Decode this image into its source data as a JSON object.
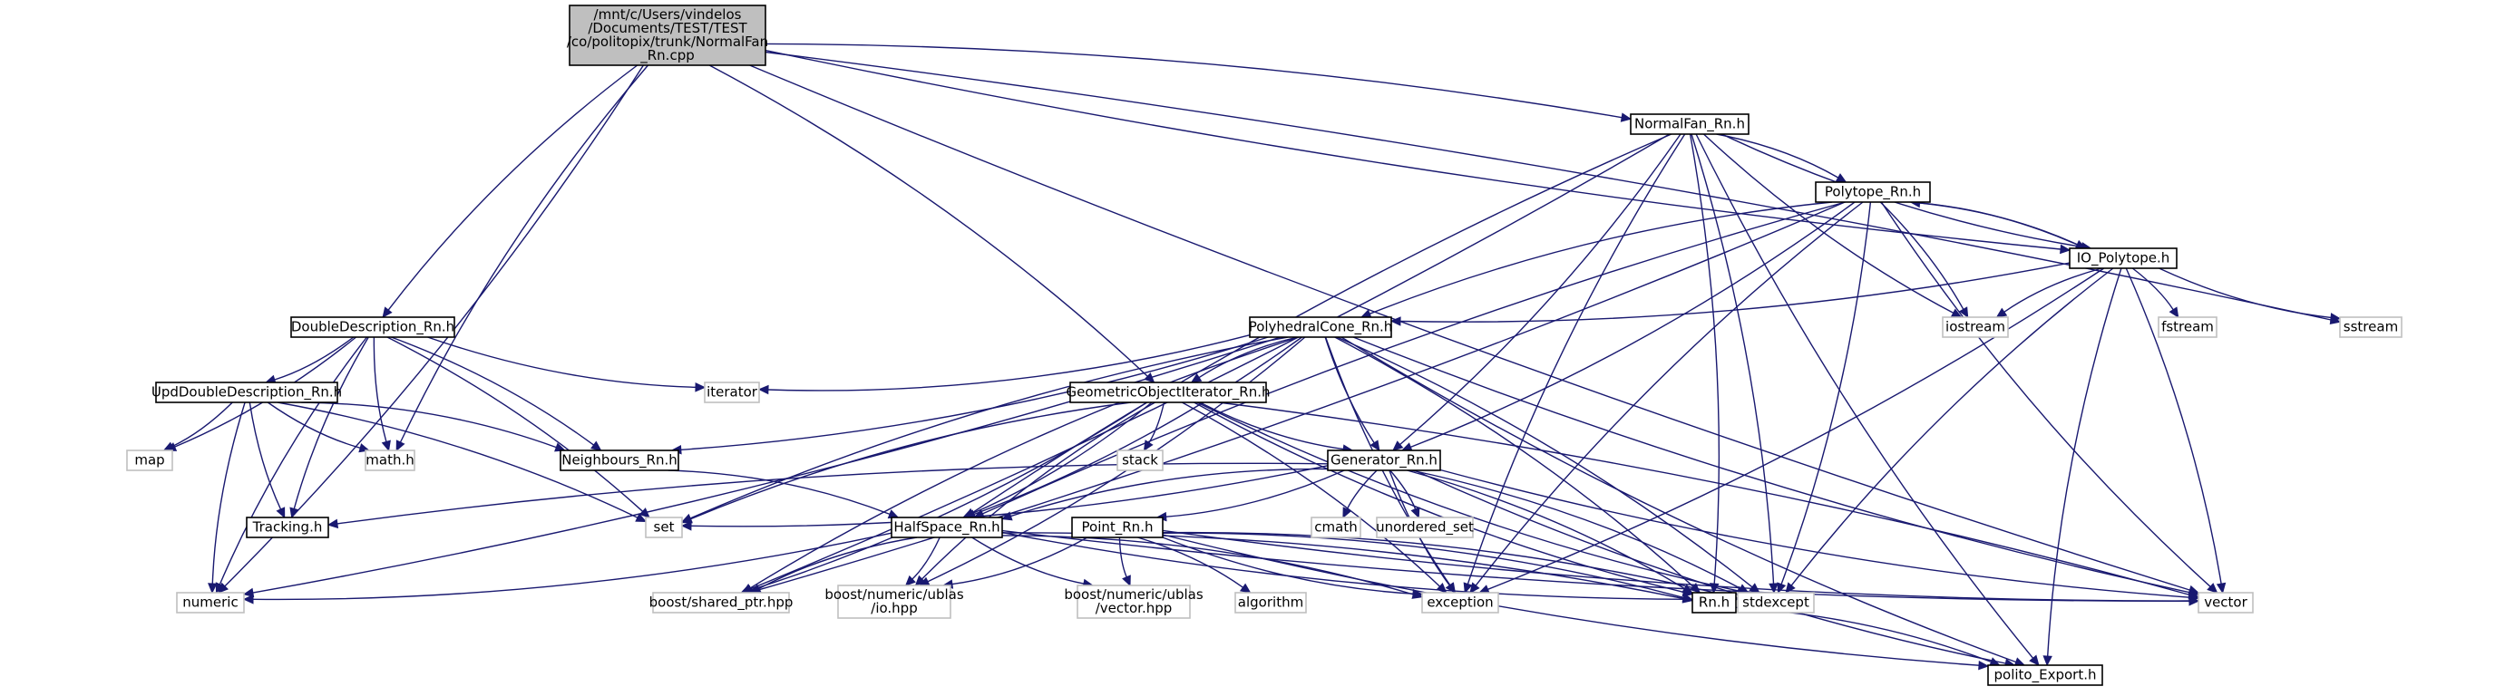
{
  "graph": {
    "colors": {
      "edge": "#191970",
      "source_fill": "#bfbfbf",
      "local_border": "#000000",
      "system_border": "#bfbfbf"
    },
    "nodes": [
      {
        "id": "src",
        "kind": "source",
        "lines": [
          "/mnt/c/Users/vindelos",
          "/Documents/TEST/TEST",
          "/co/politopix/trunk/NormalFan",
          "_Rn.cpp"
        ]
      },
      {
        "id": "normalfan",
        "kind": "local",
        "lines": [
          "NormalFan_Rn.h"
        ]
      },
      {
        "id": "polytope",
        "kind": "local",
        "lines": [
          "Polytope_Rn.h"
        ]
      },
      {
        "id": "iopolytope",
        "kind": "local",
        "lines": [
          "IO_Polytope.h"
        ]
      },
      {
        "id": "polycone",
        "kind": "local",
        "lines": [
          "PolyhedralCone_Rn.h"
        ]
      },
      {
        "id": "doubledesc",
        "kind": "local",
        "lines": [
          "DoubleDescription_Rn.h"
        ]
      },
      {
        "id": "upddouble",
        "kind": "local",
        "lines": [
          "UpdDoubleDescription_Rn.h"
        ]
      },
      {
        "id": "geomiter",
        "kind": "local",
        "lines": [
          "GeometricObjectIterator_Rn.h"
        ]
      },
      {
        "id": "neighbours",
        "kind": "local",
        "lines": [
          "Neighbours_Rn.h"
        ]
      },
      {
        "id": "generator",
        "kind": "local",
        "lines": [
          "Generator_Rn.h"
        ]
      },
      {
        "id": "halfspace",
        "kind": "local",
        "lines": [
          "HalfSpace_Rn.h"
        ]
      },
      {
        "id": "point",
        "kind": "local",
        "lines": [
          "Point_Rn.h"
        ]
      },
      {
        "id": "tracking",
        "kind": "local",
        "lines": [
          "Tracking.h"
        ]
      },
      {
        "id": "rn",
        "kind": "local",
        "lines": [
          "Rn.h"
        ]
      },
      {
        "id": "politoexport",
        "kind": "local",
        "lines": [
          "polito_Export.h"
        ]
      },
      {
        "id": "iterator",
        "kind": "system",
        "lines": [
          "iterator"
        ]
      },
      {
        "id": "map",
        "kind": "system",
        "lines": [
          "map"
        ]
      },
      {
        "id": "mathh",
        "kind": "system",
        "lines": [
          "math.h"
        ]
      },
      {
        "id": "set",
        "kind": "system",
        "lines": [
          "set"
        ]
      },
      {
        "id": "numeric",
        "kind": "system",
        "lines": [
          "numeric"
        ]
      },
      {
        "id": "sharedptr",
        "kind": "system",
        "lines": [
          "boost/shared_ptr.hpp"
        ]
      },
      {
        "id": "ublasio",
        "kind": "system",
        "lines": [
          "boost/numeric/ublas",
          "/io.hpp"
        ]
      },
      {
        "id": "ublasvector",
        "kind": "system",
        "lines": [
          "boost/numeric/ublas",
          "/vector.hpp"
        ]
      },
      {
        "id": "algorithm",
        "kind": "system",
        "lines": [
          "algorithm"
        ]
      },
      {
        "id": "exception",
        "kind": "system",
        "lines": [
          "exception"
        ]
      },
      {
        "id": "stdexcept",
        "kind": "system",
        "lines": [
          "stdexcept"
        ]
      },
      {
        "id": "vector",
        "kind": "system",
        "lines": [
          "vector"
        ]
      },
      {
        "id": "stack",
        "kind": "system",
        "lines": [
          "stack"
        ]
      },
      {
        "id": "cmath",
        "kind": "system",
        "lines": [
          "cmath"
        ]
      },
      {
        "id": "unorderedset",
        "kind": "system",
        "lines": [
          "unordered_set"
        ]
      },
      {
        "id": "iostream",
        "kind": "system",
        "lines": [
          "iostream"
        ]
      },
      {
        "id": "fstream",
        "kind": "system",
        "lines": [
          "fstream"
        ]
      },
      {
        "id": "sstream",
        "kind": "system",
        "lines": [
          "sstream"
        ]
      }
    ],
    "edges": [
      [
        "src",
        "normalfan"
      ],
      [
        "src",
        "doubledesc"
      ],
      [
        "src",
        "geomiter"
      ],
      [
        "src",
        "mathh"
      ],
      [
        "src",
        "numeric"
      ],
      [
        "src",
        "iopolytope"
      ],
      [
        "src",
        "sstream"
      ],
      [
        "src",
        "vector"
      ],
      [
        "normalfan",
        "polytope"
      ],
      [
        "normalfan",
        "iopolytope"
      ],
      [
        "normalfan",
        "generator"
      ],
      [
        "normalfan",
        "halfspace"
      ],
      [
        "normalfan",
        "sharedptr"
      ],
      [
        "normalfan",
        "exception"
      ],
      [
        "normalfan",
        "rn"
      ],
      [
        "normalfan",
        "iostream"
      ],
      [
        "normalfan",
        "stdexcept"
      ],
      [
        "normalfan",
        "politoexport"
      ],
      [
        "polytope",
        "iopolytope"
      ],
      [
        "polytope",
        "polycone"
      ],
      [
        "polytope",
        "generator"
      ],
      [
        "polytope",
        "halfspace"
      ],
      [
        "polytope",
        "sharedptr"
      ],
      [
        "polytope",
        "exception"
      ],
      [
        "polytope",
        "stdexcept"
      ],
      [
        "polytope",
        "vector"
      ],
      [
        "polytope",
        "iostream"
      ],
      [
        "iopolytope",
        "polytope"
      ],
      [
        "iopolytope",
        "polycone"
      ],
      [
        "iopolytope",
        "iostream"
      ],
      [
        "iopolytope",
        "fstream"
      ],
      [
        "iopolytope",
        "sstream"
      ],
      [
        "iopolytope",
        "vector"
      ],
      [
        "iopolytope",
        "stdexcept"
      ],
      [
        "iopolytope",
        "exception"
      ],
      [
        "iopolytope",
        "politoexport"
      ],
      [
        "polycone",
        "iterator"
      ],
      [
        "polycone",
        "geomiter"
      ],
      [
        "polycone",
        "neighbours"
      ],
      [
        "polycone",
        "generator"
      ],
      [
        "polycone",
        "halfspace"
      ],
      [
        "polycone",
        "set"
      ],
      [
        "polycone",
        "numeric"
      ],
      [
        "polycone",
        "sharedptr"
      ],
      [
        "polycone",
        "ublasio"
      ],
      [
        "polycone",
        "exception"
      ],
      [
        "polycone",
        "stdexcept"
      ],
      [
        "polycone",
        "vector"
      ],
      [
        "polycone",
        "rn"
      ],
      [
        "polycone",
        "politoexport"
      ],
      [
        "doubledesc",
        "upddouble"
      ],
      [
        "doubledesc",
        "iterator"
      ],
      [
        "doubledesc",
        "map"
      ],
      [
        "doubledesc",
        "mathh"
      ],
      [
        "doubledesc",
        "neighbours"
      ],
      [
        "doubledesc",
        "tracking"
      ],
      [
        "doubledesc",
        "set"
      ],
      [
        "doubledesc",
        "numeric"
      ],
      [
        "upddouble",
        "map"
      ],
      [
        "upddouble",
        "mathh"
      ],
      [
        "upddouble",
        "neighbours"
      ],
      [
        "upddouble",
        "tracking"
      ],
      [
        "upddouble",
        "set"
      ],
      [
        "upddouble",
        "numeric"
      ],
      [
        "geomiter",
        "stack"
      ],
      [
        "geomiter",
        "generator"
      ],
      [
        "geomiter",
        "halfspace"
      ],
      [
        "geomiter",
        "set"
      ],
      [
        "geomiter",
        "sharedptr"
      ],
      [
        "geomiter",
        "ublasio"
      ],
      [
        "geomiter",
        "exception"
      ],
      [
        "geomiter",
        "stdexcept"
      ],
      [
        "geomiter",
        "vector"
      ],
      [
        "geomiter",
        "rn"
      ],
      [
        "neighbours",
        "halfspace"
      ],
      [
        "generator",
        "tracking"
      ],
      [
        "generator",
        "set"
      ],
      [
        "generator",
        "halfspace"
      ],
      [
        "generator",
        "point"
      ],
      [
        "generator",
        "cmath"
      ],
      [
        "generator",
        "unorderedset"
      ],
      [
        "generator",
        "exception"
      ],
      [
        "generator",
        "stdexcept"
      ],
      [
        "generator",
        "vector"
      ],
      [
        "generator",
        "rn"
      ],
      [
        "generator",
        "politoexport"
      ],
      [
        "halfspace",
        "numeric"
      ],
      [
        "halfspace",
        "sharedptr"
      ],
      [
        "halfspace",
        "ublasio"
      ],
      [
        "halfspace",
        "ublasvector"
      ],
      [
        "halfspace",
        "exception"
      ],
      [
        "halfspace",
        "stdexcept"
      ],
      [
        "halfspace",
        "rn"
      ],
      [
        "halfspace",
        "vector"
      ],
      [
        "point",
        "ublasio"
      ],
      [
        "point",
        "ublasvector"
      ],
      [
        "point",
        "algorithm"
      ],
      [
        "point",
        "exception"
      ],
      [
        "point",
        "stdexcept"
      ],
      [
        "point",
        "vector"
      ],
      [
        "point",
        "rn"
      ],
      [
        "point",
        "politoexport"
      ],
      [
        "rn",
        "politoexport"
      ]
    ]
  }
}
